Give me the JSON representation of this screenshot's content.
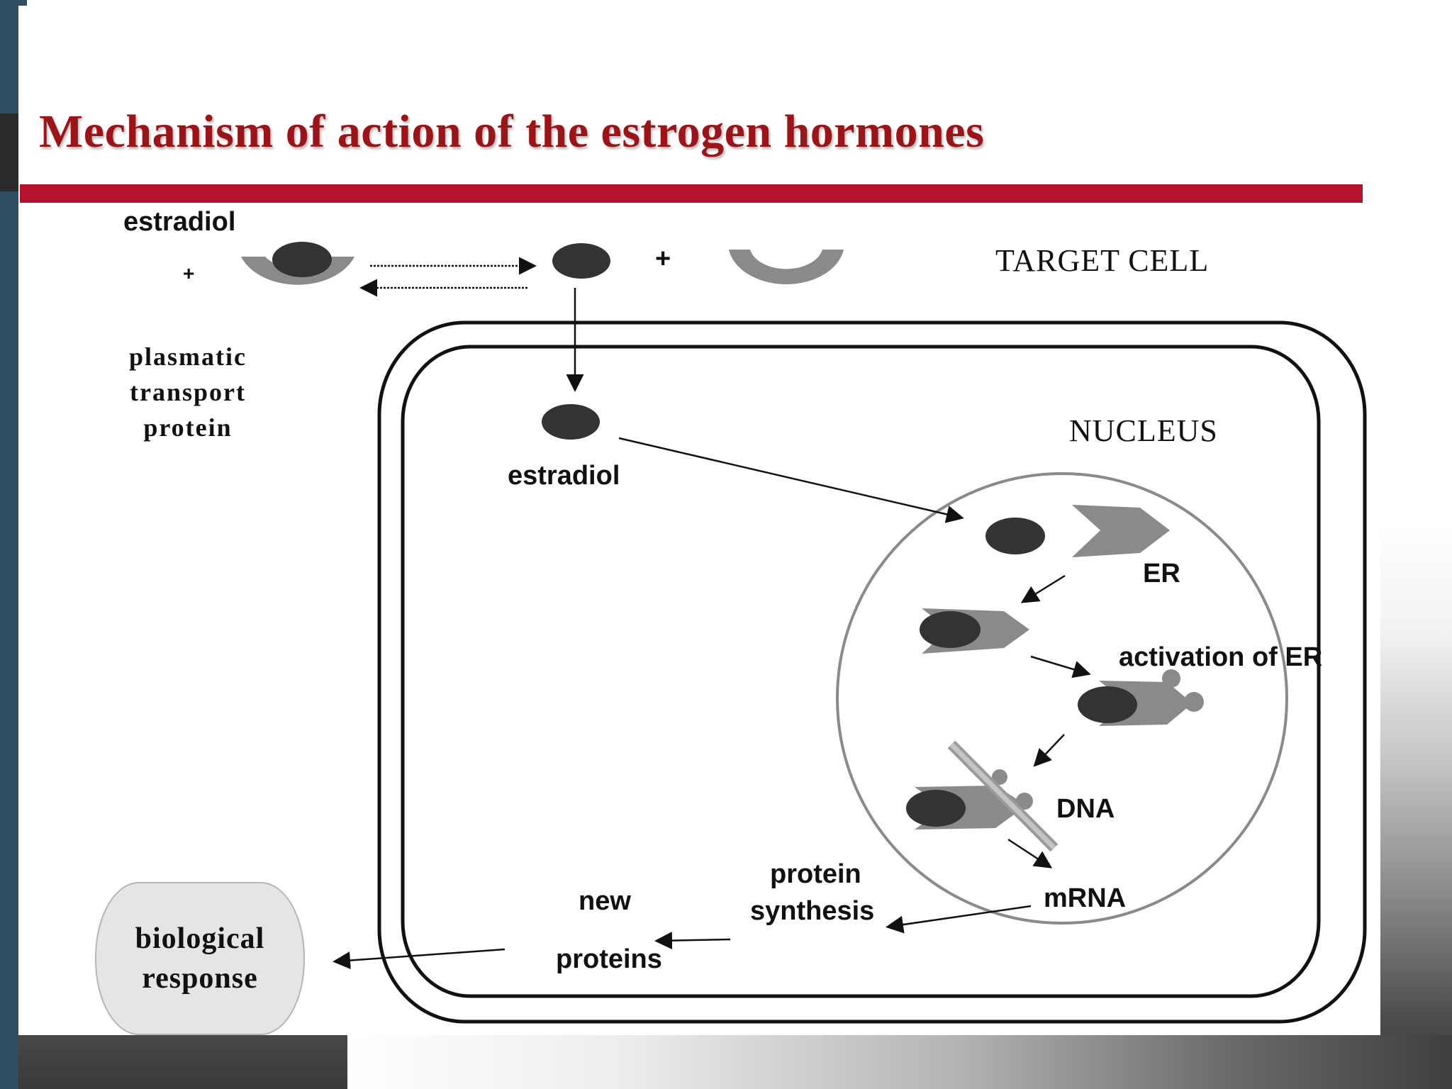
{
  "slide": {
    "title": "Mechanism of action of the estrogen hormones",
    "colors": {
      "title": "#9a1418",
      "rule": "#b5132d",
      "sidebar": "#2d4e63",
      "molecule": "#333333",
      "receptor": "#8a8a8a",
      "membrane": "#111111"
    }
  },
  "labels": {
    "estradiol_top": "estradiol",
    "plus_left": "+",
    "plus_right": "+",
    "target_cell": "TARGET CELL",
    "transport_line1": "plasmatic",
    "transport_line2": "transport",
    "transport_line3": "protein",
    "estradiol_inside": "estradiol",
    "nucleus": "NUCLEUS",
    "er": "ER",
    "activation": "activation of ER",
    "dna": "DNA",
    "mrna": "mRNA",
    "protein_line1": "protein",
    "protein_line2": "synthesis",
    "new": "new",
    "proteins": "proteins",
    "bio_line1": "biological",
    "bio_line2": "response"
  }
}
